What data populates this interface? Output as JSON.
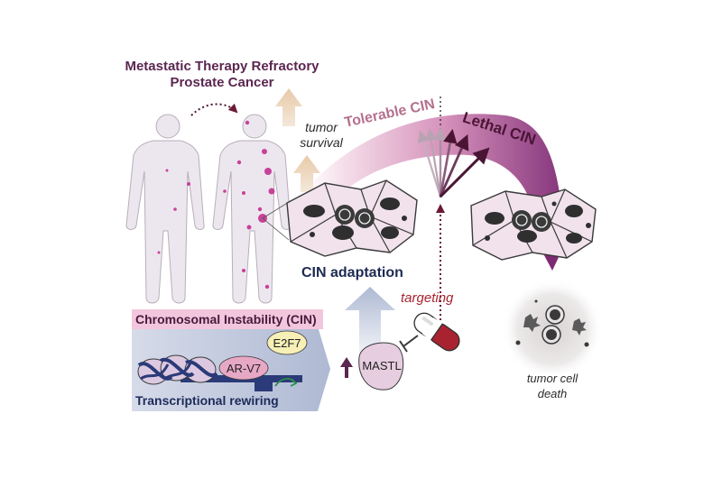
{
  "labels": {
    "title_line1": "Metastatic Therapy Refractory",
    "title_line2": "Prostate Cancer",
    "tumor_survival_line1": "tumor",
    "tumor_survival_line2": "survival",
    "tolerable_cin": "Tolerable CIN",
    "lethal_cin": "Lethal CIN",
    "cin_adaptation": "CIN adaptation",
    "targeting": "targeting",
    "chromosomal_instability": "Chromosomal Instability (CIN)",
    "ar_v7": "AR-V7",
    "e2f7": "E2F7",
    "mastl": "MASTL",
    "transcriptional_rewiring": "Transcriptional rewiring",
    "tumor_cell_death_line1": "tumor cell",
    "tumor_cell_death_line2": "death"
  },
  "colors": {
    "metastasis": "#c8419a",
    "body": "#ece7ee",
    "arc_dark": "#7c2a74",
    "arc_light": "#f3dbe8",
    "lethal_arrow": "#4a1534",
    "targeting": "#a8232f",
    "dna_box": "#c9d1e4",
    "cin_box": "#f2c6dc"
  },
  "icons": {
    "human_before": "human-silhouette-icon",
    "human_after": "human-silhouette-metastasis-icon",
    "pill": "capsule-drug-icon",
    "dna": "nucleosome-dna-icon",
    "cells": "tumor-cell-cluster-icon"
  }
}
